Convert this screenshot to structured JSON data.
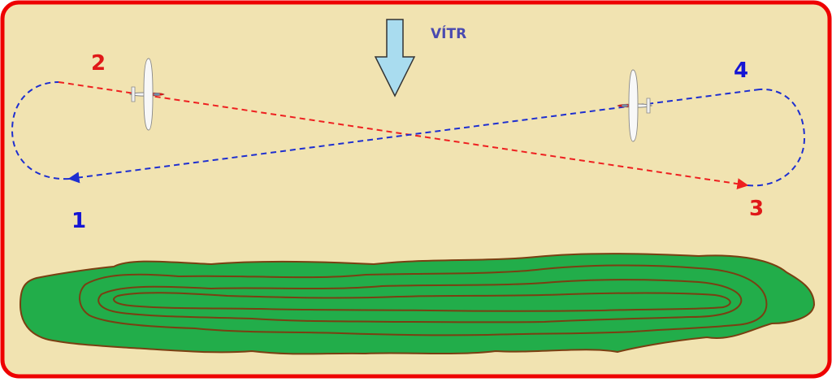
{
  "wind": {
    "label": "VÍTR",
    "arrow_color": "#a9dcef",
    "label_color": "#4a4ab0"
  },
  "points": [
    {
      "id": "1",
      "label": "1",
      "color": "#1515d4"
    },
    {
      "id": "2",
      "label": "2",
      "color": "#e01818"
    },
    {
      "id": "3",
      "label": "3",
      "color": "#e01818"
    },
    {
      "id": "4",
      "label": "4",
      "color": "#1515d4"
    }
  ],
  "colors": {
    "background": "#f1e3b1",
    "border": "#ee0000",
    "ridge_fill": "#22ad4a",
    "ridge_contour": "#7a3f12",
    "path_red": "#ee2020",
    "path_blue": "#1e2fd0"
  },
  "icons": {
    "wind_arrow": "down-arrow-icon",
    "glider": "glider-icon"
  }
}
